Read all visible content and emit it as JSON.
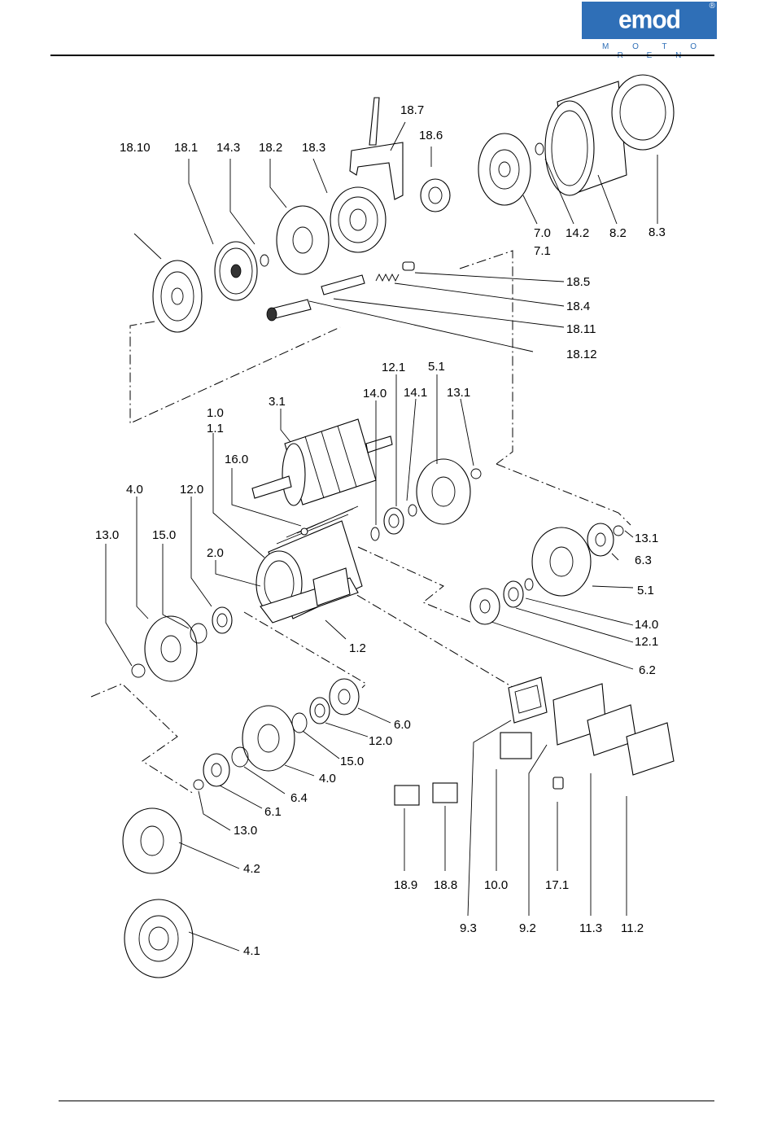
{
  "brand": {
    "logo_word": "emod",
    "logo_registered": "®",
    "logo_tagline": "M O T O R E N"
  },
  "labels": {
    "l_18_10": "18.10",
    "l_18_1": "18.1",
    "l_14_3": "14.3",
    "l_18_2": "18.2",
    "l_18_3": "18.3",
    "l_18_7": "18.7",
    "l_18_6": "18.6",
    "l_7_0": "7.0",
    "l_7_1": "7.1",
    "l_14_2": "14.2",
    "l_8_2": "8.2",
    "l_8_3": "8.3",
    "l_18_5": "18.5",
    "l_18_4": "18.4",
    "l_18_11": "18.11",
    "l_18_12": "18.12",
    "l_12_1_top": "12.1",
    "l_5_1_top": "5.1",
    "l_14_0_top": "14.0",
    "l_14_1": "14.1",
    "l_13_1_top": "13.1",
    "l_1_0": "1.0",
    "l_1_1": "1.1",
    "l_3_1": "3.1",
    "l_16_0": "16.0",
    "l_4_0_top": "4.0",
    "l_12_0_top": "12.0",
    "l_13_0_top": "13.0",
    "l_15_0_top": "15.0",
    "l_2_0": "2.0",
    "l_13_1_right": "13.1",
    "l_6_3": "6.3",
    "l_5_1_right": "5.1",
    "l_14_0_right": "14.0",
    "l_12_1_right": "12.1",
    "l_6_2": "6.2",
    "l_1_2": "1.2",
    "l_6_0": "6.0",
    "l_12_0_low": "12.0",
    "l_15_0_low": "15.0",
    "l_4_0_low": "4.0",
    "l_6_4": "6.4",
    "l_6_1": "6.1",
    "l_13_0_low": "13.0",
    "l_4_2": "4.2",
    "l_4_1": "4.1",
    "l_18_9": "18.9",
    "l_18_8": "18.8",
    "l_10_0": "10.0",
    "l_17_1": "17.1",
    "l_9_3": "9.3",
    "l_9_2": "9.2",
    "l_11_3": "11.3",
    "l_11_2": "11.2"
  }
}
